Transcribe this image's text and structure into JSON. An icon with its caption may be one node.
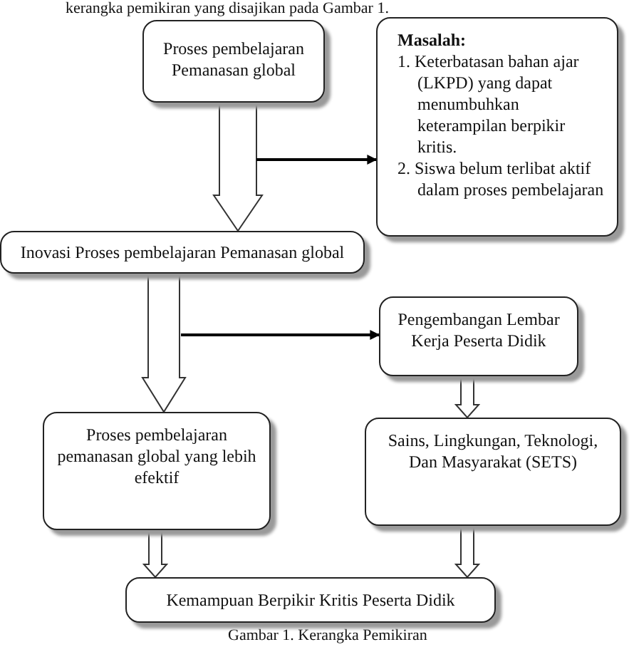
{
  "diagram": {
    "caption": "Gambar 1. Kerangka Pemikiran",
    "nodes": [
      {
        "text": [
          "Proses pembelajaran Pemanasan global"
        ]
      },
      {
        "text": [
          "Masalah:",
          "1. Keterbatasan bahan ajar (LKPD) yang dapat menumbuhkan keterampilan berpikir kritis.",
          "2. Siswa belum terlibat aktif dalam proses pembelajaran"
        ]
      },
      {
        "text": [
          "Inovasi Proses pembelajaran Pemanasan global"
        ]
      },
      {
        "text": [
          "Pengembangan Lembar Kerja Peserta Didik"
        ]
      },
      {
        "text": [
          "Proses pembelajaran pemanasan global yang lebih efektif"
        ]
      },
      {
        "text": [
          "Sains, Lingkungan, Teknologi, Dan Masyarakat (SETS)"
        ]
      },
      {
        "text": [
          "Kemampuan Berpikir Kritis Peserta Didik"
        ]
      }
    ],
    "edges": [
      {
        "from": 0,
        "to": 2,
        "arrow": "to",
        "style": "thick"
      },
      {
        "from": null,
        "to": 1,
        "arrow": "to"
      },
      {
        "from": 2,
        "to": 4,
        "arrow": "to",
        "style": "thick"
      },
      {
        "from": null,
        "to": 3,
        "arrow": "to"
      },
      {
        "from": 3,
        "to": 5,
        "arrow": "to",
        "style": "thick"
      },
      {
        "from": 4,
        "to": 6,
        "arrow": "to",
        "style": "thick"
      },
      {
        "from": 5,
        "to": 6,
        "arrow": "to",
        "style": "thick"
      }
    ],
    "labels": [
      "kerangka pemikiran yang disajikan pada Gambar 1."
    ]
  }
}
